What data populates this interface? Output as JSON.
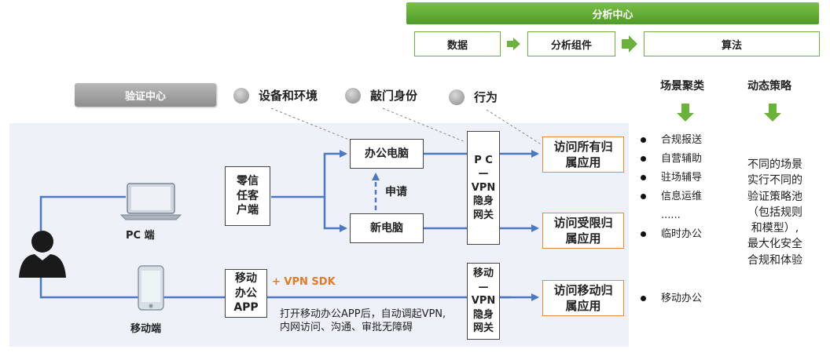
{
  "analysis": {
    "title": "分析中心",
    "stages": [
      "数据",
      "分析组件",
      "算法"
    ]
  },
  "verification": {
    "title": "验证中心",
    "factors": [
      "设备和环境",
      "敲门身份",
      "行为"
    ]
  },
  "clients": {
    "pc_label": "PC 端",
    "mobile_label": "移动端"
  },
  "nodes": {
    "zero_trust_client": "零信任客户端",
    "mobile_office_app": "移动办公APP",
    "office_pc": "办公电脑",
    "new_pc": "新电脑",
    "apply": "申请",
    "pc_vpn_gateway": "P C— VPN 隐身网关",
    "mobile_vpn_gateway": "移动— VPN 隐身网关",
    "vpn_sdk": "+ VPN SDK",
    "mobile_note_1": "打开移动办公APP后，自动调起VPN,",
    "mobile_note_2": "内网访问、沟通、审批无障碍"
  },
  "apps": {
    "all_apps": "访问所有归属应用",
    "limited_apps": "访问受限归属应用",
    "mobile_apps": "访问移动归属应用"
  },
  "scenarios": {
    "title": "场景聚类",
    "items": [
      "合规报送",
      "自营辅助",
      "驻场辅导",
      "信息运维"
    ],
    "ellipsis": "......",
    "temp": "临时办公",
    "mobile": "移动办公"
  },
  "policy": {
    "title": "动态策略",
    "lines": [
      "不同的场景",
      "实行不同的",
      "验证策略池",
      "（包括规则",
      "和模型）,",
      "最大化安全",
      "合规和体验"
    ]
  },
  "colors": {
    "green": "#6bb13c",
    "blue": "#4a78c2",
    "orange": "#e58a3c"
  }
}
